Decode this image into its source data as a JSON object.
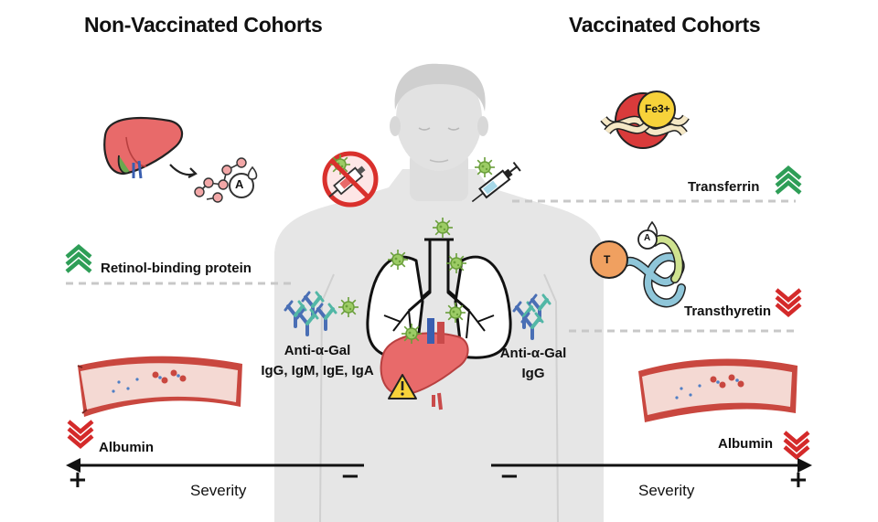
{
  "headings": {
    "left": "Non-Vaccinated Cohorts",
    "right": "Vaccinated Cohorts"
  },
  "labels": {
    "retinol": "Retinol-binding protein",
    "transferrin": "Transferrin",
    "transthyretin": "Transthyretin",
    "albumin_left": "Albumin",
    "albumin_right": "Albumin",
    "antibody_left_line1": "Anti-α-Gal",
    "antibody_left_line2": "IgG, IgM, IgE, IgA",
    "antibody_right_line1": "Anti-α-Gal",
    "antibody_right_line2": "IgG",
    "fe": "Fe3+",
    "retinol_drop": "A",
    "ttr_t": "T",
    "ttr_drop": "A"
  },
  "axes": {
    "left": {
      "label": "Severity",
      "start_sign": "+",
      "end_sign": "−"
    },
    "right": {
      "label": "Severity",
      "start_sign": "−",
      "end_sign": "+"
    }
  },
  "trends": {
    "retinol": "up",
    "transferrin": "up",
    "transthyretin": "down",
    "albumin_left": "down",
    "albumin_right": "down"
  },
  "colors": {
    "up": "#2e9e57",
    "down": "#d42a2a",
    "virus": "#8bc34a",
    "liver": "#e86a6a",
    "vessel": "#c9473f",
    "dashed": "#c8c8c8",
    "body": "#e4e4e4"
  },
  "icons": [
    "liver-icon",
    "no-vaccine-icon",
    "syringe-icon",
    "transferrin-iron-icon",
    "transthyretin-helix-icon",
    "blood-vessel-icon",
    "antibody-icon",
    "lungs-icon",
    "warning-icon",
    "virus-icon"
  ]
}
